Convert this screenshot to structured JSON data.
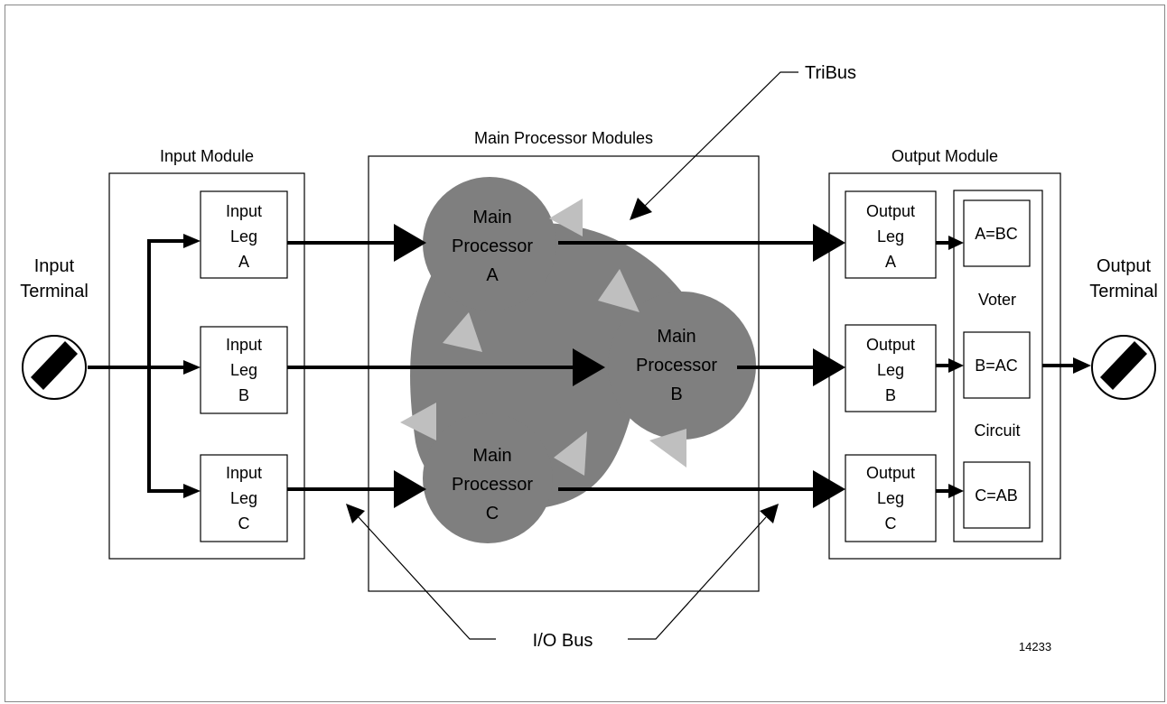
{
  "labels": {
    "tribus": "TriBus",
    "main_processor_modules": "Main Processor Modules",
    "input_module": "Input Module",
    "output_module": "Output Module",
    "input_terminal_l1": "Input",
    "input_terminal_l2": "Terminal",
    "output_terminal_l1": "Output",
    "output_terminal_l2": "Terminal",
    "io_bus": "I/O Bus",
    "figure_number": "14233",
    "voter": "Voter",
    "circuit": "Circuit"
  },
  "input_legs": [
    {
      "l1": "Input",
      "l2": "Leg",
      "l3": "A"
    },
    {
      "l1": "Input",
      "l2": "Leg",
      "l3": "B"
    },
    {
      "l1": "Input",
      "l2": "Leg",
      "l3": "C"
    }
  ],
  "output_legs": [
    {
      "l1": "Output",
      "l2": "Leg",
      "l3": "A"
    },
    {
      "l1": "Output",
      "l2": "Leg",
      "l3": "B"
    },
    {
      "l1": "Output",
      "l2": "Leg",
      "l3": "C"
    }
  ],
  "processors": [
    {
      "l1": "Main",
      "l2": "Processor",
      "l3": "A"
    },
    {
      "l1": "Main",
      "l2": "Processor",
      "l3": "B"
    },
    {
      "l1": "Main",
      "l2": "Processor",
      "l3": "C"
    }
  ],
  "voter_equations": [
    "A=BC",
    "B=AC",
    "C=AB"
  ],
  "colors": {
    "processor_fill": "#7f7f7f",
    "tribus_arrow": "#bfbfbf",
    "line": "#000000"
  }
}
